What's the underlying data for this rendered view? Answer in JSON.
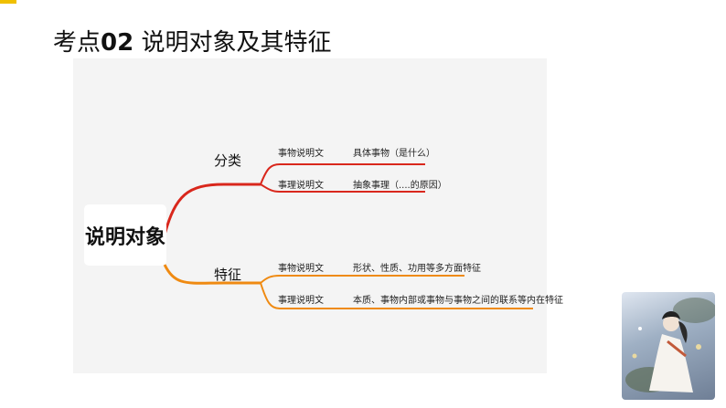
{
  "slide": {
    "title_prefix": "考点",
    "title_number": "02",
    "title_text": "说明对象及其特征"
  },
  "mindmap": {
    "root": "说明对象",
    "colors": {
      "branch_top": "#d9271c",
      "branch_bottom": "#ef8a12"
    },
    "branches": [
      {
        "label": "分类",
        "items": [
          {
            "type": "事物说明文",
            "desc": "具体事物（是什么）"
          },
          {
            "type": "事理说明文",
            "desc": "抽象事理（....的原因）"
          }
        ]
      },
      {
        "label": "特征",
        "items": [
          {
            "type": "事物说明文",
            "desc": "形状、性质、功用等多方面特征"
          },
          {
            "type": "事理说明文",
            "desc": "本质、事物内部或事物与事物之间的联系等内在特征"
          }
        ]
      }
    ]
  },
  "decoration": {
    "photo_icon": "woman-in-white-painting-icon"
  }
}
